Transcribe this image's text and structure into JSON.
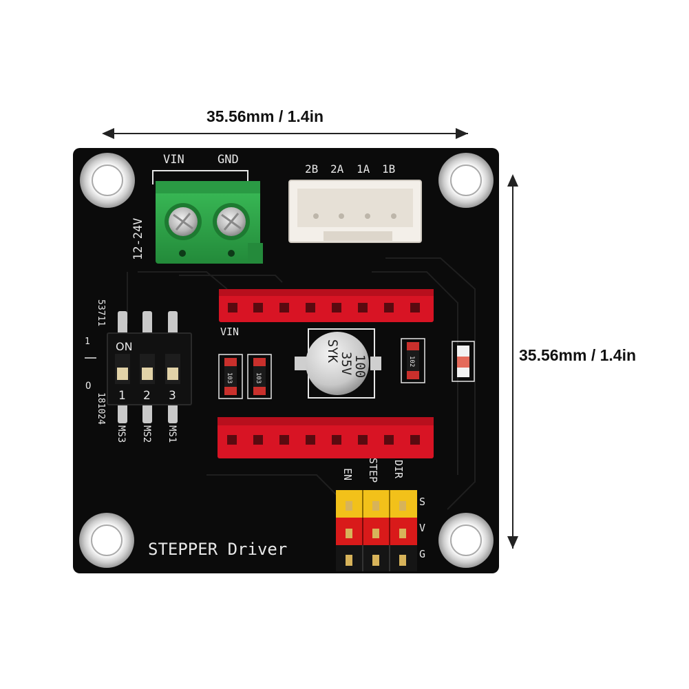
{
  "dimensions": {
    "width_label": "35.56mm / 1.4in",
    "height_label": "35.56mm / 1.4in"
  },
  "board": {
    "title": "STEPPER Driver",
    "power": {
      "vin_label": "VIN",
      "gnd_label": "GND",
      "voltage_label": "12-24V"
    },
    "motor_header": {
      "pins": [
        "2B",
        "2A",
        "1A",
        "1B"
      ]
    },
    "header_label": "VIN",
    "dip_switch": {
      "on_label": "ON",
      "switch_numbers": [
        "1",
        "2",
        "3"
      ],
      "pin_labels": [
        "MS3",
        "MS2",
        "MS1"
      ],
      "side_text_top": "53711",
      "side_text_mid": "1",
      "side_text_o": "O",
      "side_text_bottom": "181024"
    },
    "capacitor": {
      "line1": "SYK",
      "line2": "35V",
      "line3": "100"
    },
    "resistor_labels": [
      "103",
      "103",
      "102"
    ],
    "control_pins": {
      "labels": [
        "EN",
        "STEP",
        "DIR"
      ],
      "rows": [
        "S",
        "V",
        "G"
      ]
    }
  },
  "colors": {
    "pcb": "#0b0b0b",
    "terminal": "#2fa84a",
    "female_header": "#d81424",
    "pin_signal": "#f2c11a",
    "pin_power": "#d91a1a",
    "pin_ground": "#151515"
  }
}
